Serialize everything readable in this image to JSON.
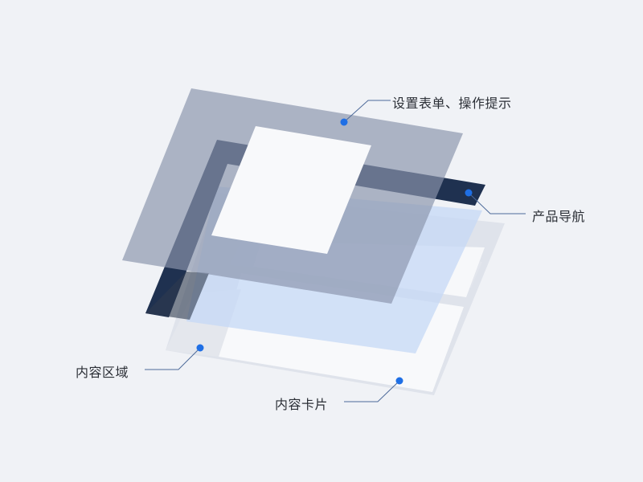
{
  "diagram": {
    "type": "layered-ui-structure",
    "background": "#f0f2f6",
    "accent_dot_color": "#1f6fe5",
    "leader_line_color": "#5a79a8",
    "layers": [
      {
        "name": "content-area",
        "label": "内容区域",
        "color": "#e0e4ec"
      },
      {
        "name": "content-card",
        "label": "内容卡片",
        "color": "#fafbfc"
      },
      {
        "name": "product-nav",
        "label": "产品导航",
        "color": "#1f3150"
      },
      {
        "name": "form-settings-tips",
        "label": "设置表单、操作提示",
        "color": "#a6aec0"
      }
    ]
  },
  "labels": {
    "form_tips": "设置表单、操作提示",
    "product_nav": "产品导航",
    "content_area": "内容区域",
    "content_card": "内容卡片"
  }
}
